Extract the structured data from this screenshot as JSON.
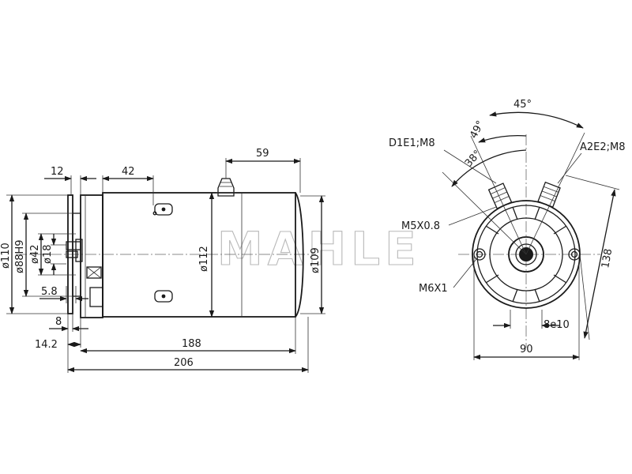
{
  "watermark": "MAHLE",
  "side_view": {
    "dims": {
      "d12": "12",
      "d42": "42",
      "d59": "59",
      "dia110": "ø110",
      "dia88h9": "ø88H9",
      "dia42": "ø42",
      "dia18": "ø18",
      "d5_8": "5.8",
      "d8": "8",
      "d14_2": "14.2",
      "d188": "188",
      "d206": "206",
      "dia112": "ø112",
      "dia109": "ø109"
    }
  },
  "end_view": {
    "dims": {
      "angle45": "45°",
      "angle49": "49°",
      "angle38": "38°",
      "d138": "138",
      "d90": "90",
      "d8e10": "8e10"
    },
    "labels": {
      "d1e1": "D1E1;M8",
      "a2e2": "A2E2;M8",
      "m5": "M5X0.8",
      "m6": "M6X1"
    }
  }
}
